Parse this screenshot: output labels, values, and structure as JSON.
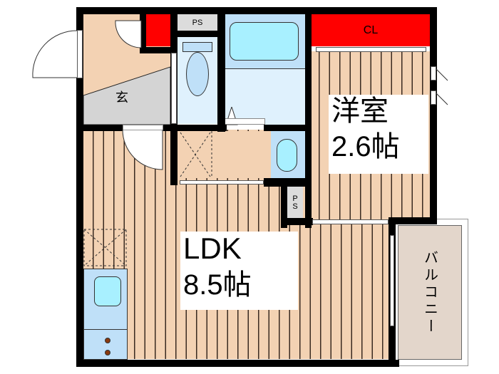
{
  "floorplan": {
    "rooms": {
      "ldk": {
        "name": "LDK",
        "size": "8.5帖"
      },
      "western_room": {
        "name": "洋室",
        "size": "2.6帖"
      },
      "entrance": {
        "name": "玄"
      },
      "balcony": {
        "name": "バルコニー"
      },
      "closet": {
        "name": "CL"
      },
      "pipe_space_top": {
        "name": "PS"
      },
      "pipe_space_mid": {
        "name": "PS"
      }
    },
    "colors": {
      "wall": "#000000",
      "wood_floor": "#f3d2b3",
      "closet": "#ff0000",
      "wet_area": "#dff1fd",
      "fixture": "#a8f0ff",
      "entrance_floor": "#d4d4d4",
      "balcony": "#e3d6cb",
      "pipe_space": "#dcdcdc"
    },
    "icons": [
      "toilet-icon",
      "bathtub-icon",
      "washbasin-icon",
      "kitchen-sink-icon",
      "stove-burner-icon",
      "washing-machine-pan-icon",
      "refrigerator-space-icon",
      "door-swing-icon",
      "sliding-door-icon",
      "window-icon"
    ]
  }
}
